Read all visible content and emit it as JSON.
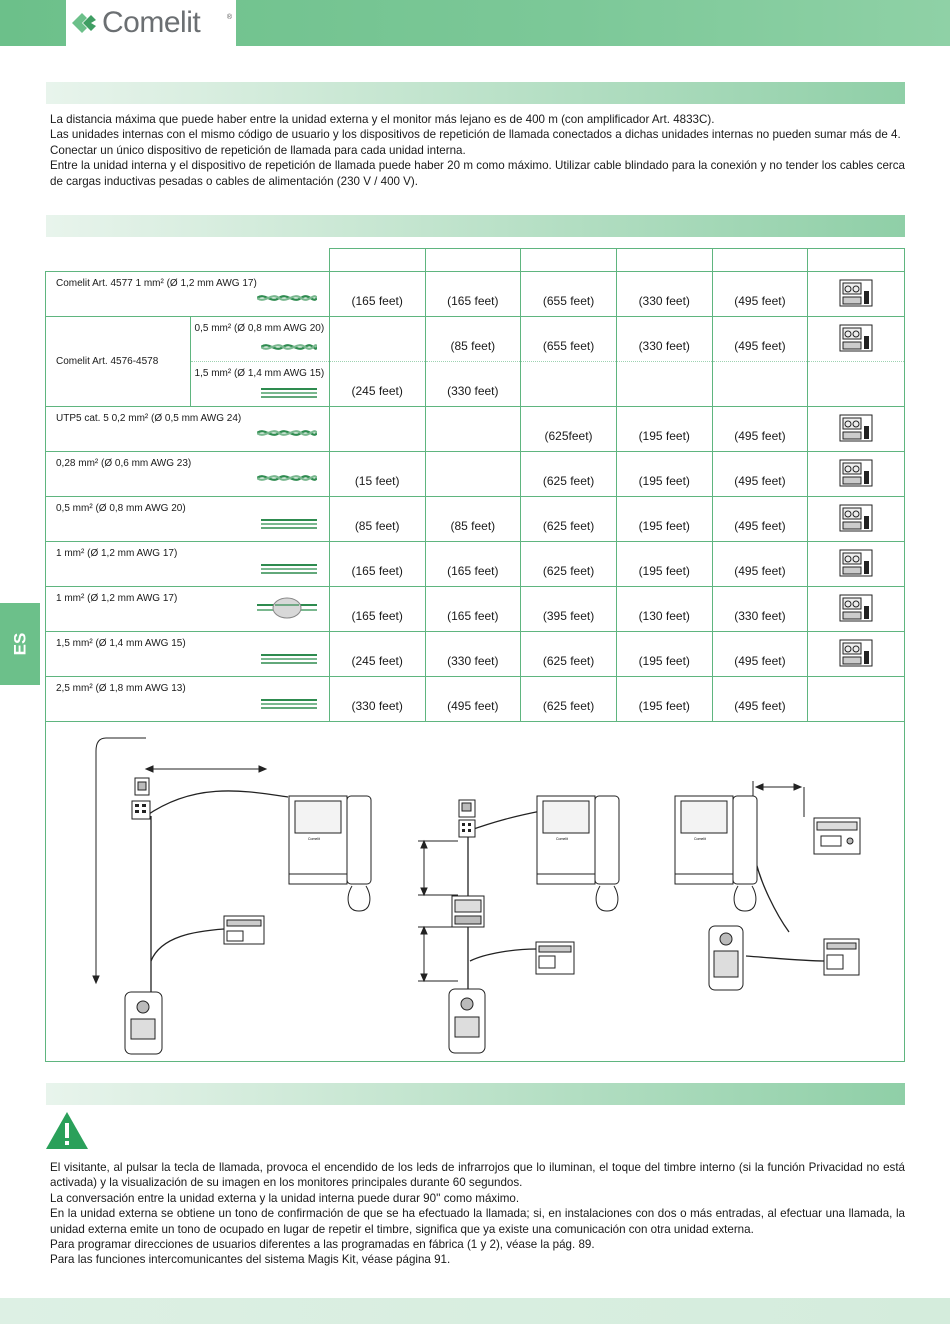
{
  "brand": {
    "name": "Comelit",
    "reg": "®"
  },
  "side_tab": "ES",
  "intro": [
    "La distancia máxima que puede haber entre la unidad externa y el monitor más lejano es de 400 m (con amplificador Art. 4833C).",
    "Las unidades internas con el mismo código de usuario y los dispositivos de repetición de llamada conectados a dichas unidades internas no pueden sumar más de 4.",
    "Conectar un único dispositivo de repetición de llamada para cada unidad interna.",
    "Entre la unidad interna y el dispositivo de repetición de llamada puede haber 20 m como máximo. Utilizar cable blindado para la conexión y no tender los cables cerca de cargas inductivas pesadas o cables de alimentación (230 V / 400 V)."
  ],
  "table": {
    "rows": [
      {
        "label": "Comelit Art. 4577 1 mm² (Ø 1,2 mm AWG 17)",
        "wire": "twisted",
        "values": [
          "(165 feet)",
          "(165 feet)",
          "(655 feet)",
          "(330 feet)",
          "(495 feet)"
        ],
        "icon": "bus-module-icon"
      },
      {
        "group": "Comelit Art. 4576-4578",
        "label": "0,5 mm² (Ø 0,8 mm AWG 20)",
        "wire": "twisted",
        "values": [
          "",
          "(85 feet)",
          "(655 feet)",
          "(330 feet)",
          "(495 feet)"
        ],
        "icon": "bus-module-icon"
      },
      {
        "label": "1,5 mm² (Ø 1,4 mm AWG 15)",
        "wire": "parallel",
        "values": [
          "(245 feet)",
          "(330 feet)",
          "",
          "",
          ""
        ],
        "icon": ""
      },
      {
        "label": "UTP5 cat. 5 0,2 mm² (Ø 0,5 mm AWG 24)",
        "wire": "twisted",
        "values": [
          "",
          "",
          "(625feet)",
          "(195 feet)",
          "(495 feet)"
        ],
        "icon": "bus-module-icon"
      },
      {
        "label": "0,28 mm² (Ø 0,6 mm AWG 23)",
        "wire": "twisted",
        "values": [
          "(15 feet)",
          "",
          "(625 feet)",
          "(195 feet)",
          "(495 feet)"
        ],
        "icon": "bus-module-icon"
      },
      {
        "label": "0,5 mm² (Ø 0,8 mm AWG 20)",
        "wire": "parallel",
        "values": [
          "(85 feet)",
          "(85 feet)",
          "(625 feet)",
          "(195 feet)",
          "(495 feet)"
        ],
        "icon": "bus-module-icon"
      },
      {
        "label": "1 mm² (Ø 1,2 mm AWG 17)",
        "wire": "parallel",
        "values": [
          "(165 feet)",
          "(165 feet)",
          "(625 feet)",
          "(195 feet)",
          "(495 feet)"
        ],
        "icon": "bus-module-icon"
      },
      {
        "label": "1 mm² (Ø 1,2 mm AWG 17)",
        "wire": "shielded",
        "values": [
          "(165 feet)",
          "(165 feet)",
          "(395 feet)",
          "(130 feet)",
          "(330 feet)"
        ],
        "icon": "bus-module-icon"
      },
      {
        "label": "1,5 mm² (Ø 1,4 mm AWG 15)",
        "wire": "parallel",
        "values": [
          "(245 feet)",
          "(330 feet)",
          "(625 feet)",
          "(195 feet)",
          "(495 feet)"
        ],
        "icon": "bus-module-icon"
      },
      {
        "label": "2,5 mm² (Ø 1,8 mm AWG 13)",
        "wire": "parallel",
        "values": [
          "(330 feet)",
          "(495 feet)",
          "(625 feet)",
          "(195 feet)",
          "(495 feet)"
        ],
        "icon": ""
      }
    ]
  },
  "monitor_brand": "Comelit",
  "notes": [
    "El visitante, al pulsar la tecla de llamada, provoca el encendido de los leds de infrarrojos que lo iluminan, el toque del timbre interno (si la función Privacidad no está activada) y la visualización de su imagen en los monitores principales durante 60 segundos.",
    "La conversación entre la unidad externa y la unidad interna puede durar 90'' como máximo.",
    "En la unidad externa se obtiene un tono de confirmación de que se ha efectuado la llamada; si, en instalaciones con dos o más entradas, al efectuar una llamada, la unidad externa emite un tono de ocupado en lugar de repetir el timbre, significa que ya existe una comunicación con otra unidad externa.",
    "Para programar direcciones de usuarios diferentes a las programadas en fábrica (1 y 2), véase la pág. 89.",
    "Para las funciones intercomunicantes del sistema Magis Kit, véase página 91."
  ],
  "colors": {
    "accent": "#6cc08a",
    "border": "#5fb57f",
    "wire_green": "#2e8b4f"
  }
}
